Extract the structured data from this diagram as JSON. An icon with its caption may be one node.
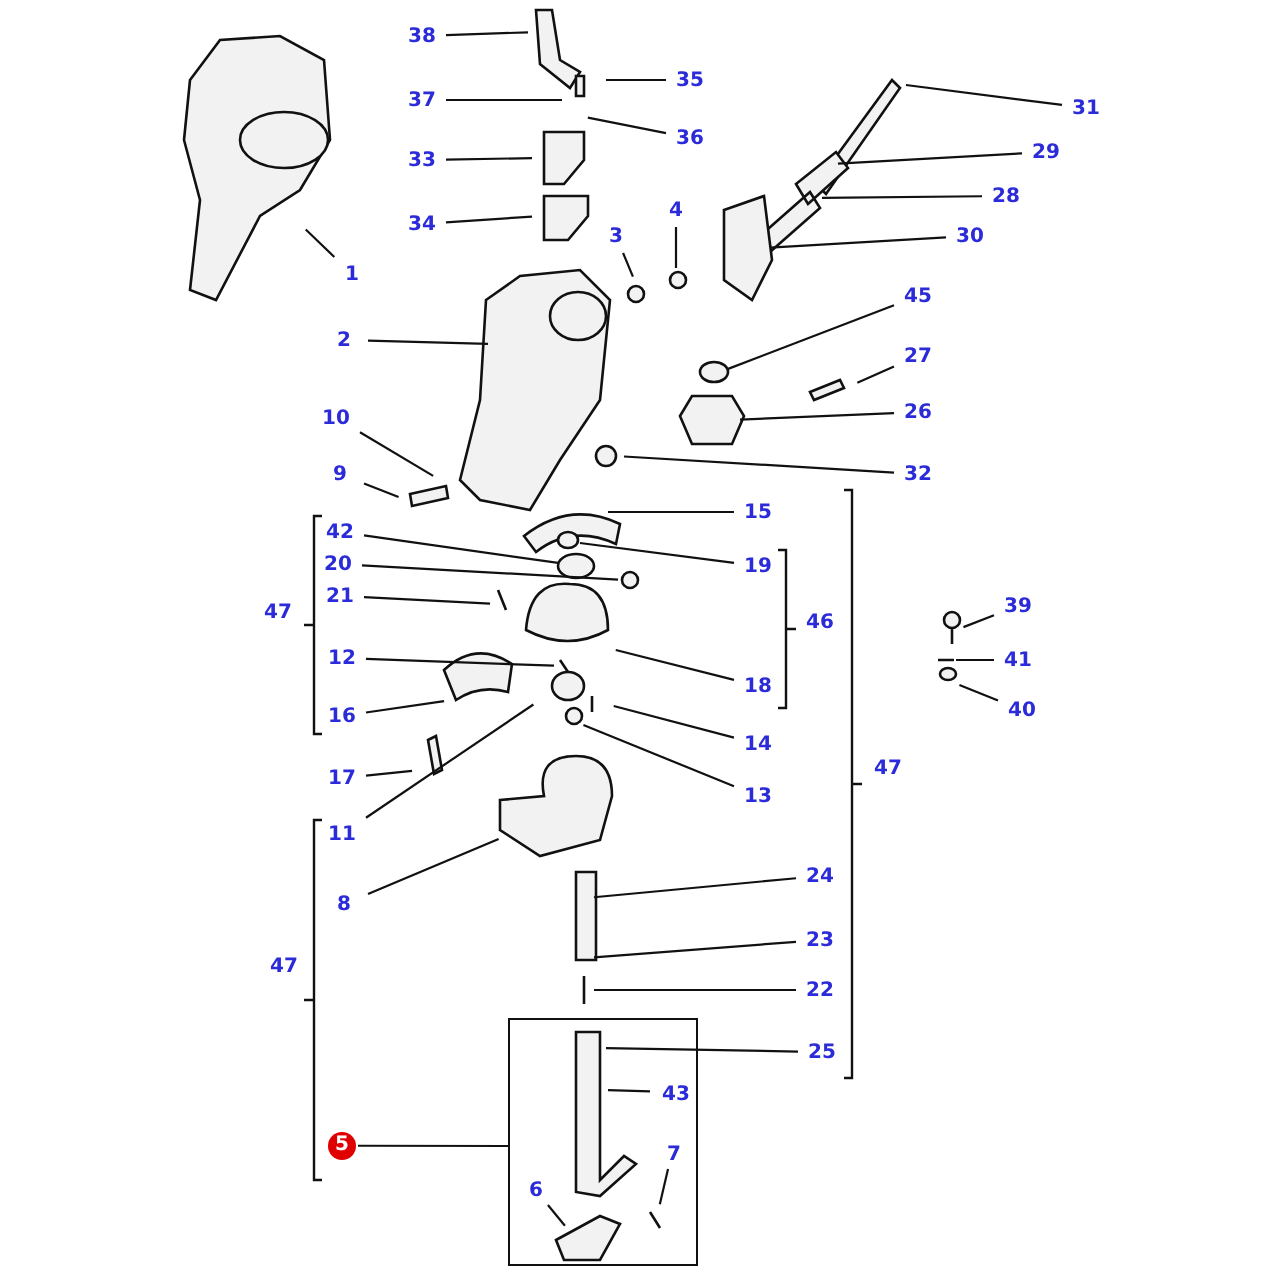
{
  "diagram": {
    "nodes": [
      {
        "text": [
          "38"
        ]
      },
      {
        "text": [
          "37"
        ]
      },
      {
        "text": [
          "35"
        ]
      },
      {
        "text": [
          "36"
        ]
      },
      {
        "text": [
          "31"
        ]
      },
      {
        "text": [
          "29"
        ]
      },
      {
        "text": [
          "33"
        ]
      },
      {
        "text": [
          "28"
        ]
      },
      {
        "text": [
          "34"
        ]
      },
      {
        "text": [
          "4"
        ]
      },
      {
        "text": [
          "30"
        ]
      },
      {
        "text": [
          "3"
        ]
      },
      {
        "text": [
          "1"
        ]
      },
      {
        "text": [
          "45"
        ]
      },
      {
        "text": [
          "2"
        ]
      },
      {
        "text": [
          "27"
        ]
      },
      {
        "text": [
          "26"
        ]
      },
      {
        "text": [
          "10"
        ]
      },
      {
        "text": [
          "9"
        ]
      },
      {
        "text": [
          "32"
        ]
      },
      {
        "text": [
          "15"
        ]
      },
      {
        "text": [
          "42"
        ]
      },
      {
        "text": [
          "19"
        ]
      },
      {
        "text": [
          "20"
        ]
      },
      {
        "text": [
          "21"
        ]
      },
      {
        "text": [
          "39"
        ]
      },
      {
        "text": [
          "12"
        ]
      },
      {
        "text": [
          "41"
        ]
      },
      {
        "text": [
          "18"
        ]
      },
      {
        "text": [
          "16"
        ]
      },
      {
        "text": [
          "40"
        ]
      },
      {
        "text": [
          "14"
        ]
      },
      {
        "text": [
          "17"
        ]
      },
      {
        "text": [
          "13"
        ]
      },
      {
        "text": [
          "11"
        ]
      },
      {
        "text": [
          "24"
        ]
      },
      {
        "text": [
          "8"
        ]
      },
      {
        "text": [
          "23"
        ]
      },
      {
        "text": [
          "22"
        ]
      },
      {
        "text": [],
        "shape": "box"
      },
      {
        "text": [
          "25"
        ]
      },
      {
        "text": [
          "43"
        ],
        "in": 39
      },
      {
        "text": [
          "5"
        ]
      },
      {
        "text": [
          "7"
        ],
        "in": 39
      },
      {
        "text": [
          "6"
        ],
        "in": 39
      }
    ],
    "edges": [
      {
        "from": 0,
        "to": null,
        "arrow": "none"
      },
      {
        "from": 1,
        "to": null,
        "arrow": "none"
      },
      {
        "from": 2,
        "to": null,
        "arrow": "none"
      },
      {
        "from": 3,
        "to": null,
        "arrow": "none"
      },
      {
        "from": 4,
        "to": null,
        "arrow": "none"
      },
      {
        "from": 5,
        "to": null,
        "arrow": "none"
      },
      {
        "from": 6,
        "to": null,
        "arrow": "none"
      },
      {
        "from": 7,
        "to": null,
        "arrow": "none"
      },
      {
        "from": 8,
        "to": null,
        "arrow": "none"
      },
      {
        "from": 9,
        "to": null,
        "arrow": "none"
      },
      {
        "from": 10,
        "to": null,
        "arrow": "none"
      },
      {
        "from": 11,
        "to": null,
        "arrow": "none"
      },
      {
        "from": 12,
        "to": null,
        "arrow": "none"
      },
      {
        "from": 13,
        "to": null,
        "arrow": "none"
      },
      {
        "from": 14,
        "to": null,
        "arrow": "none"
      },
      {
        "from": 15,
        "to": null,
        "arrow": "none"
      },
      {
        "from": 16,
        "to": null,
        "arrow": "none"
      },
      {
        "from": 17,
        "to": null,
        "arrow": "none"
      },
      {
        "from": 18,
        "to": null,
        "arrow": "none"
      },
      {
        "from": 19,
        "to": null,
        "arrow": "none"
      },
      {
        "from": 20,
        "to": null,
        "arrow": "none"
      },
      {
        "from": 21,
        "to": null,
        "arrow": "none"
      },
      {
        "from": 22,
        "to": null,
        "arrow": "none"
      },
      {
        "from": 23,
        "to": null,
        "arrow": "none"
      },
      {
        "from": 24,
        "to": null,
        "arrow": "none"
      },
      {
        "from": 25,
        "to": null,
        "arrow": "none"
      },
      {
        "from": 26,
        "to": null,
        "arrow": "none"
      },
      {
        "from": 27,
        "to": null,
        "arrow": "none"
      },
      {
        "from": 28,
        "to": null,
        "arrow": "none"
      },
      {
        "from": 29,
        "to": null,
        "arrow": "none"
      },
      {
        "from": 30,
        "to": null,
        "arrow": "none"
      },
      {
        "from": 31,
        "to": null,
        "arrow": "none"
      },
      {
        "from": 32,
        "to": null,
        "arrow": "none"
      },
      {
        "from": 33,
        "to": null,
        "arrow": "none"
      },
      {
        "from": 34,
        "to": null,
        "arrow": "none"
      },
      {
        "from": 35,
        "to": null,
        "arrow": "none"
      },
      {
        "from": 36,
        "to": null,
        "arrow": "none"
      },
      {
        "from": 37,
        "to": null,
        "arrow": "none"
      },
      {
        "from": 38,
        "to": null,
        "arrow": "none"
      },
      {
        "from": 40,
        "to": null,
        "arrow": "none"
      },
      {
        "from": 41,
        "to": null,
        "arrow": "none"
      },
      {
        "from": 42,
        "to": 39,
        "arrow": "none"
      },
      {
        "from": 43,
        "to": null,
        "arrow": "none"
      },
      {
        "from": 44,
        "to": null,
        "arrow": "none"
      }
    ],
    "labels": [
      "47",
      "46",
      "47",
      "47"
    ]
  }
}
